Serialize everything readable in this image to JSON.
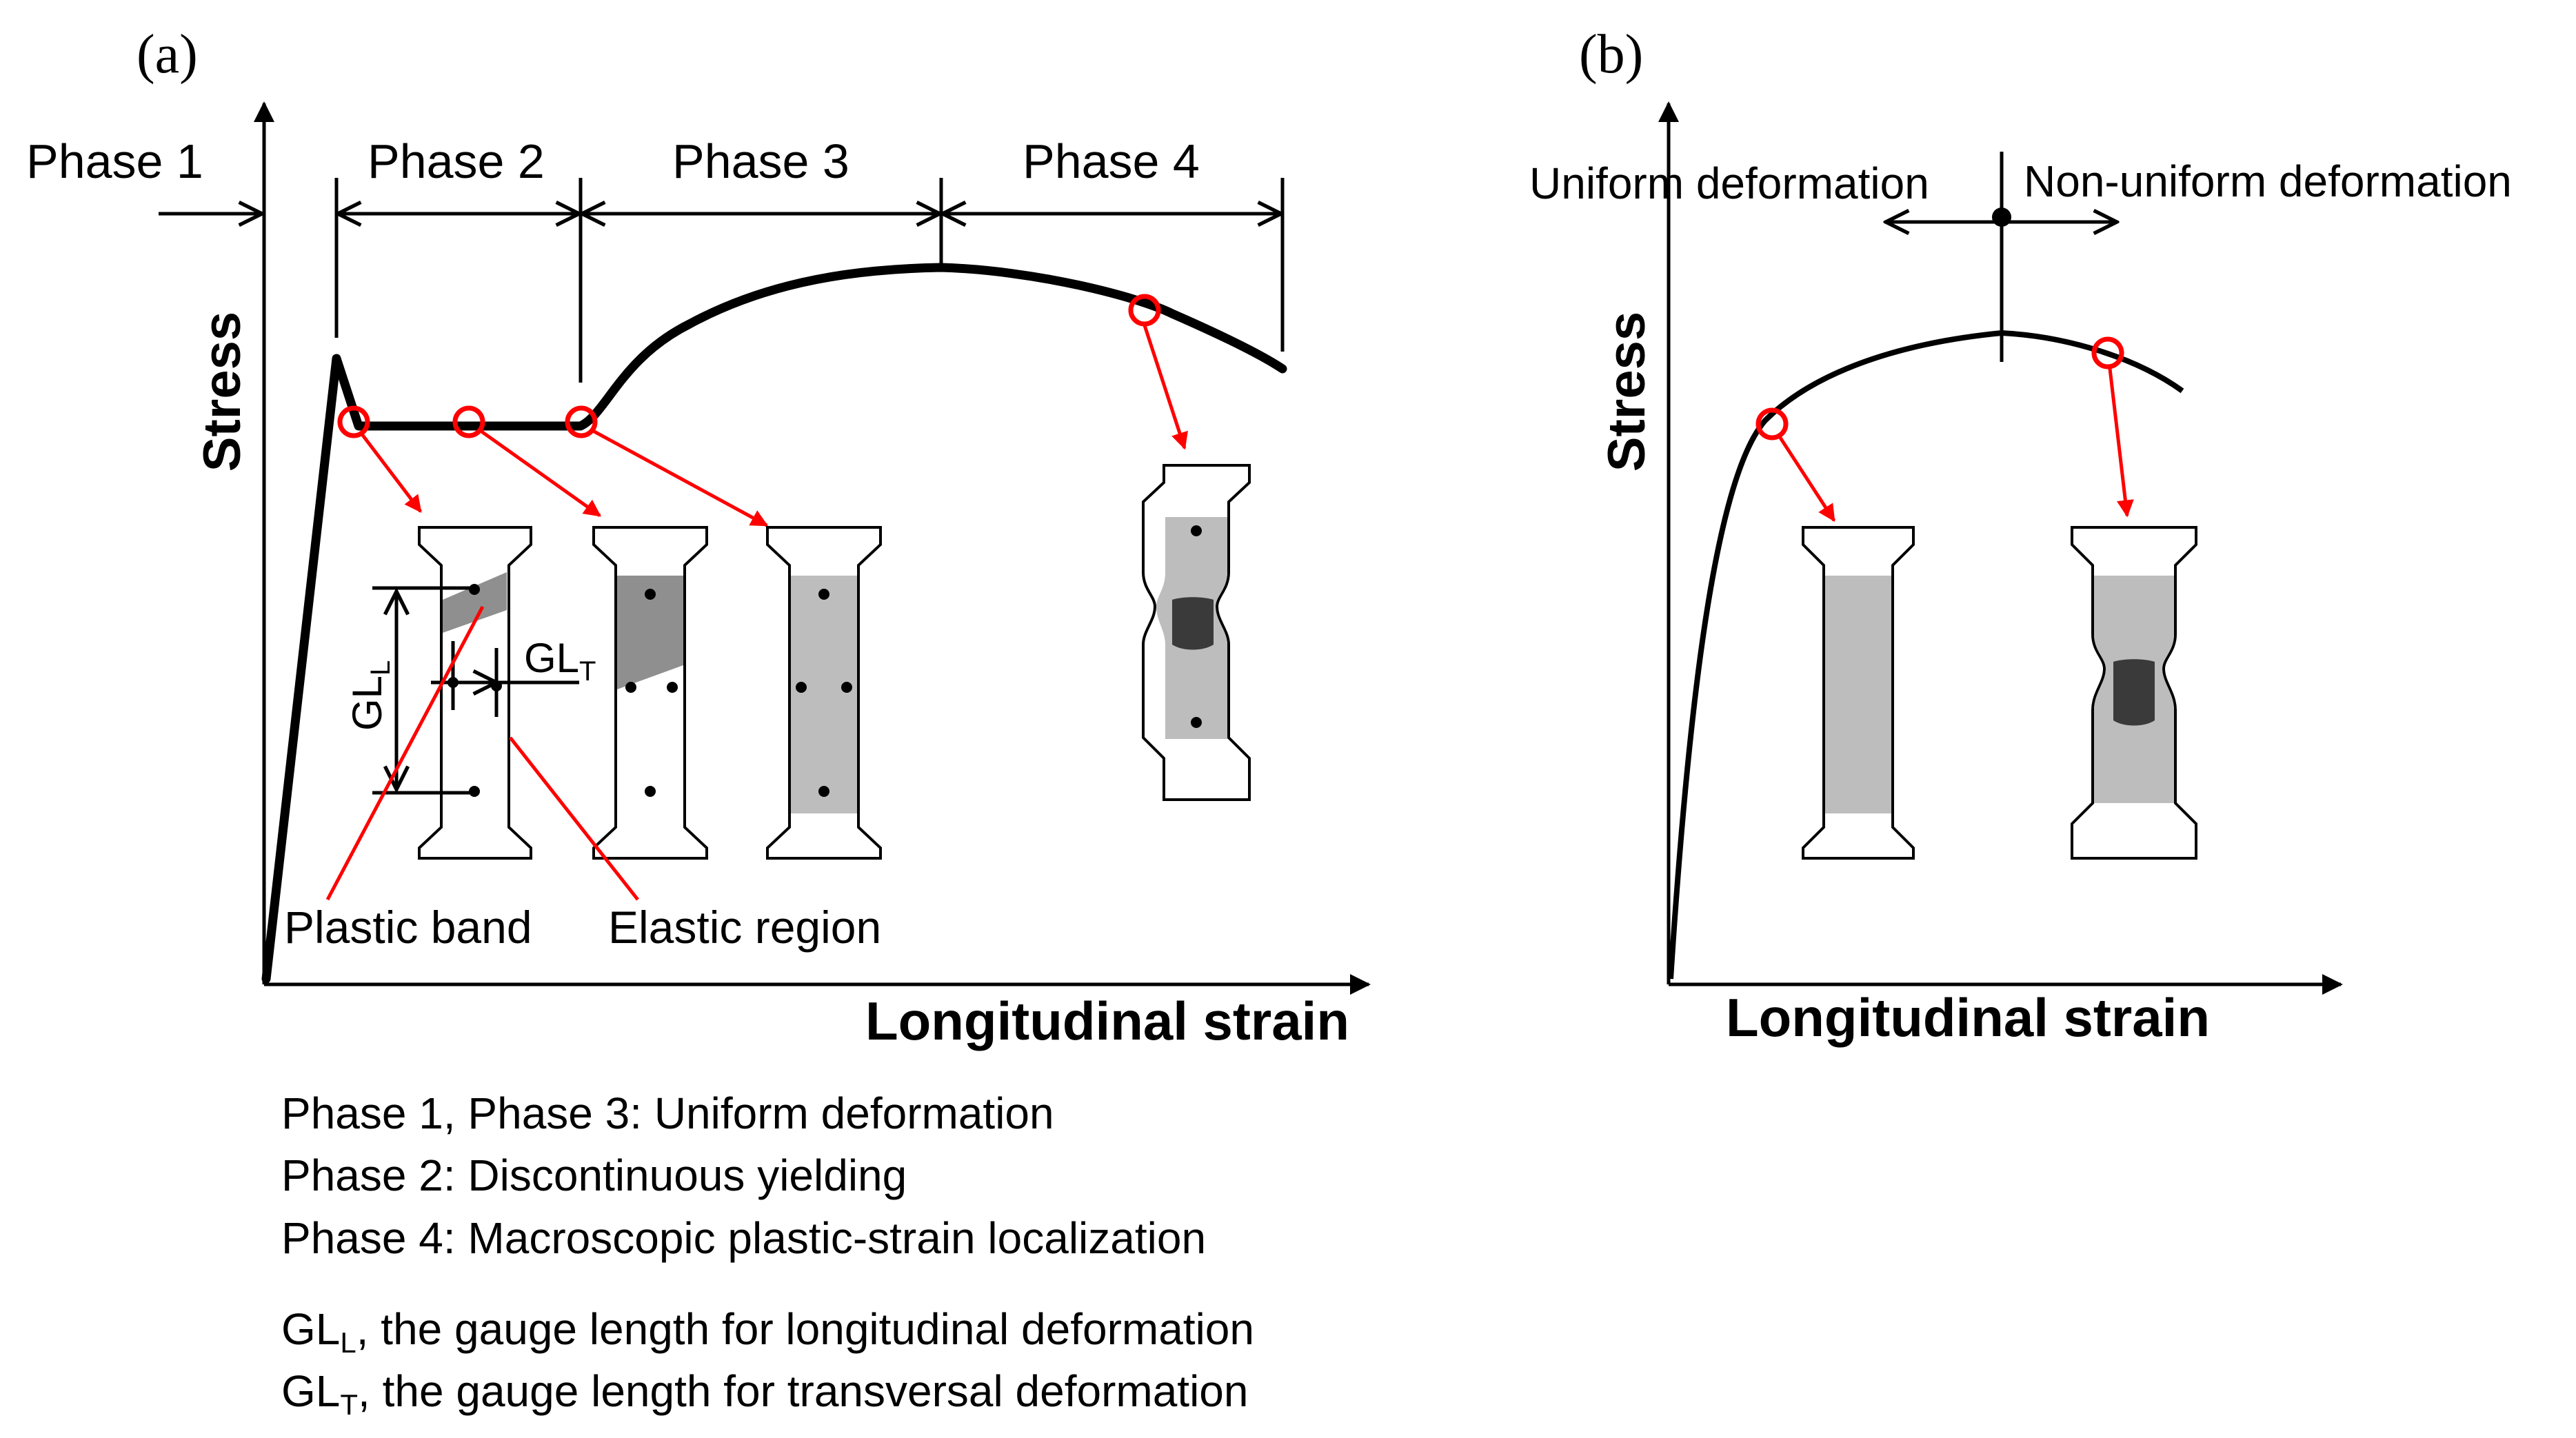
{
  "panel_a": {
    "label": "(a)",
    "phases": [
      "Phase 1",
      "Phase 2",
      "Phase 3",
      "Phase 4"
    ],
    "y_axis": "Stress",
    "x_axis": "Longitudinal strain",
    "gl_l": "GL",
    "gl_l_sub": "L",
    "gl_t": "GL",
    "gl_t_sub": "T",
    "plastic_band": "Plastic band",
    "elastic_region": "Elastic region"
  },
  "panel_b": {
    "label": "(b)",
    "y_axis": "Stress",
    "x_axis": "Longitudinal strain",
    "uniform": "Uniform deformation",
    "non_uniform": "Non-uniform deformation"
  },
  "notes": {
    "line1": "Phase 1, Phase 3: Uniform deformation",
    "line2": "Phase 2: Discontinuous yielding",
    "line3": "Phase 4: Macroscopic plastic-strain localization",
    "gl_l_def_sym": "GL",
    "gl_l_def_sub": "L",
    "gl_l_def_text": ", the gauge length for longitudinal deformation",
    "gl_t_def_sym": "GL",
    "gl_t_def_sub": "T",
    "gl_t_def_text": ", the gauge length for transversal deformation"
  }
}
